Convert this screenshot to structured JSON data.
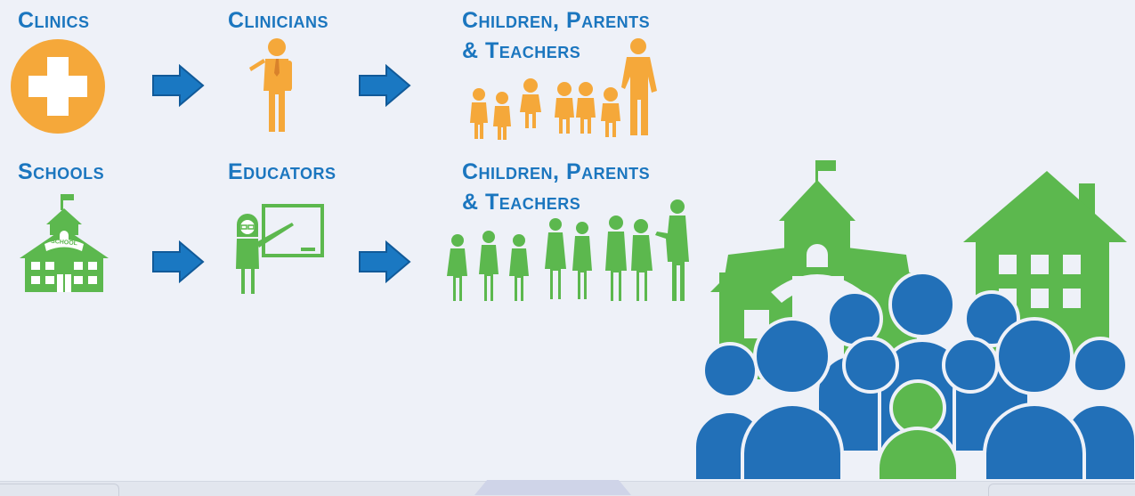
{
  "row_top": {
    "source": "Clinics",
    "middle": "Clinicians",
    "target_line1": "Children, Parents",
    "target_line2": "& Teachers",
    "color": "#f5a83a"
  },
  "row_bottom": {
    "source": "Schools",
    "middle": "Educators",
    "target_line1": "Children, Parents",
    "target_line2": "& Teachers",
    "school_sign": "SCHOOL",
    "color": "#5cb84e"
  },
  "colors": {
    "label": "#1b76bf",
    "arrow": "#1a78c2",
    "crowd": "#2270b8",
    "background": "#eef1f8"
  }
}
